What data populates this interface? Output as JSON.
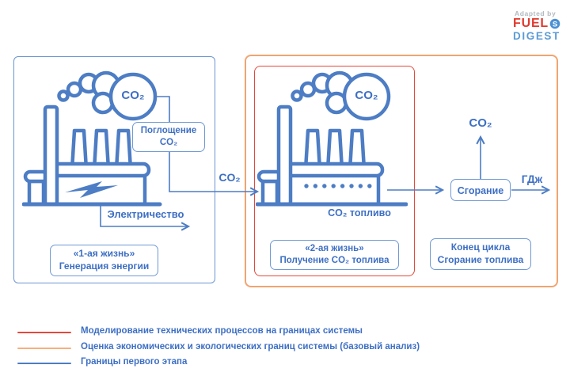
{
  "logo": {
    "adapted_by": "Adapted by",
    "fuel": "FUEL",
    "s": "S",
    "digest": "DIGEST"
  },
  "stage1": {
    "cloud_label": "CO₂",
    "absorption_line1": "Поглощение",
    "absorption_line2": "CO₂",
    "electricity_label": "Электричество",
    "caption_line1": "«1-ая жизнь»",
    "caption_line2": "Генерация энергии"
  },
  "transfer": {
    "co2_label": "CO₂"
  },
  "stage2": {
    "cloud_label": "CO₂",
    "fuel_label": "CO₂ топливо",
    "caption_line1": "«2-ая жизнь»",
    "caption_line2": "Получение CO₂ топлива"
  },
  "stage3": {
    "combustion_label": "Сгорание",
    "co2_out_label": "CO₂",
    "energy_label": "ГДж",
    "caption_line1": "Конец цикла",
    "caption_line2": "Сгорание топлива"
  },
  "legend": {
    "items": [
      {
        "label": "Моделирование технических процессов на границах системы",
        "color": "#e2493c"
      },
      {
        "label": "Оценка экономических и экологических границ системы (базовый анализ)",
        "color": "#f5af7e"
      },
      {
        "label": "Границы первого этапа",
        "color": "#4d7dc4"
      }
    ]
  },
  "colors": {
    "accent_blue": "#4d7dc4",
    "text_blue": "#3d6fc4",
    "frame_red": "#e2493c",
    "frame_orange": "#f2a470",
    "logo_red": "#e0392e",
    "logo_blue": "#5b9bd5",
    "logo_gray": "#b3bac1"
  }
}
